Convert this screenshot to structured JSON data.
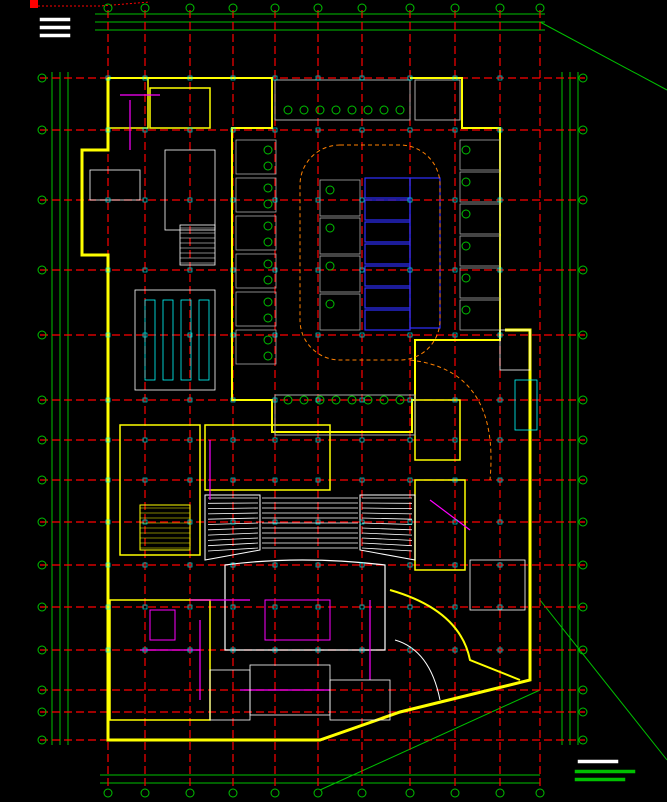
{
  "drawing": {
    "type": "architectural-floor-plan",
    "colors": {
      "background": "#000000",
      "axis_grid": "#ff0000",
      "dimension": "#00c000",
      "walls": "#ffff00",
      "rooms": "#ffffff",
      "parking": "#3030ff",
      "furniture": "#ff00ff",
      "driveway": "#ff8000",
      "columns": "#00ffff"
    },
    "axis_rows": 15,
    "axis_columns": 11
  }
}
